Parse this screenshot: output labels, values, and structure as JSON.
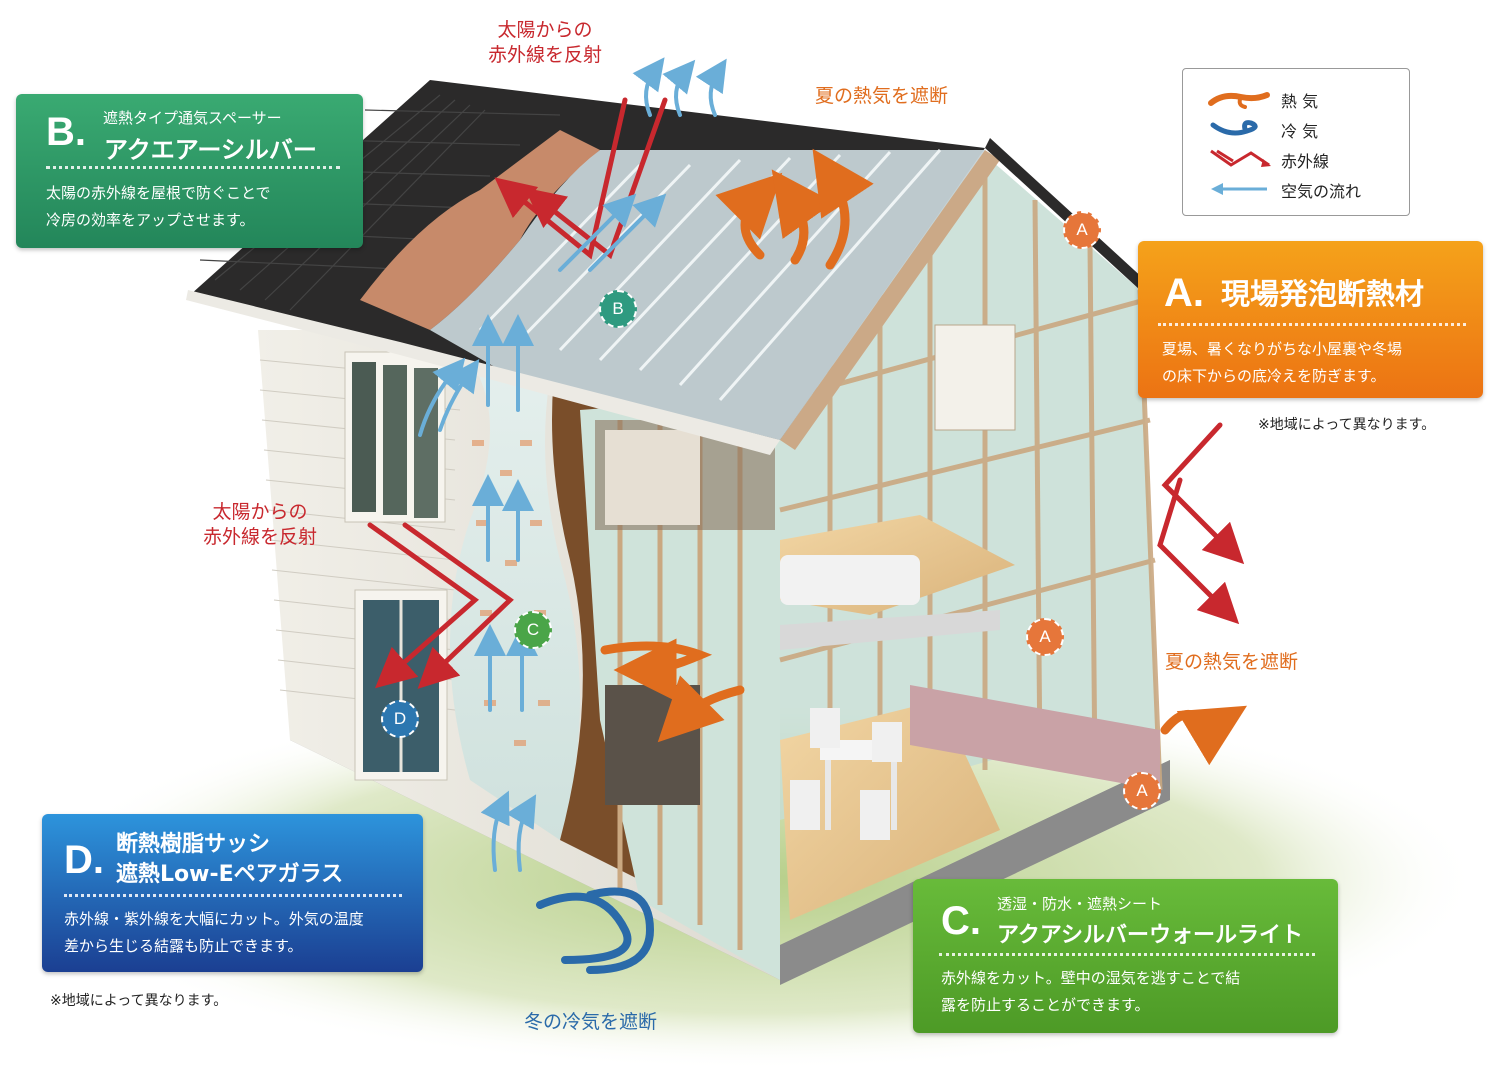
{
  "legend": {
    "items": [
      {
        "label": "熱 気",
        "icon": "heat-flow-icon",
        "color": "#e06d1e"
      },
      {
        "label": "冷 気",
        "icon": "cold-flow-icon",
        "color": "#2a6aa9"
      },
      {
        "label": "赤外線",
        "icon": "infrared-icon",
        "color": "#c8282e"
      },
      {
        "label": "空気の流れ",
        "icon": "airflow-arrow-icon",
        "color": "#6aaed8"
      }
    ]
  },
  "panels": {
    "a": {
      "letter": "A.",
      "title": "現場発泡断熱材",
      "description_1": "夏場、暑くなりがちな小屋裏や冬場",
      "description_2": "の床下からの底冷えを防ぎます。",
      "note": "※地域によって異なります。",
      "color": "#f08a1c"
    },
    "b": {
      "letter": "B.",
      "subtitle": "遮熱タイプ通気スペーサー",
      "title": "アクエアーシルバー",
      "description_1": "太陽の赤外線を屋根で防ぐことで",
      "description_2": "冷房の効率をアップさせます。",
      "color": "#2f9a6a"
    },
    "c": {
      "letter": "C.",
      "subtitle": "透湿・防水・遮熱シート",
      "title": "アクアシルバーウォールライト",
      "description_1": "赤外線をカット。壁中の湿気を逃すことで結",
      "description_2": "露を防止することができます。",
      "color": "#5cae2e"
    },
    "d": {
      "letter": "D.",
      "title_1": "断熱樹脂サッシ",
      "title_2": "遮熱Low-Eペアガラス",
      "description_1": "赤外線・紫外線を大幅にカット。外気の温度",
      "description_2": "差から生じる結露も防止できます。",
      "note": "※地域によって異なります。",
      "color": "#1f5fb8"
    }
  },
  "callouts": {
    "roof_reflect_1": "太陽からの",
    "roof_reflect_2": "赤外線を反射",
    "wall_reflect_1": "太陽からの",
    "wall_reflect_2": "赤外線を反射",
    "summer_heat_top": "夏の熱気を遮断",
    "summer_heat_right": "夏の熱気を遮断",
    "winter_cold": "冬の冷気を遮断"
  },
  "markers": {
    "a": "A",
    "b": "B",
    "c": "C",
    "d": "D"
  }
}
